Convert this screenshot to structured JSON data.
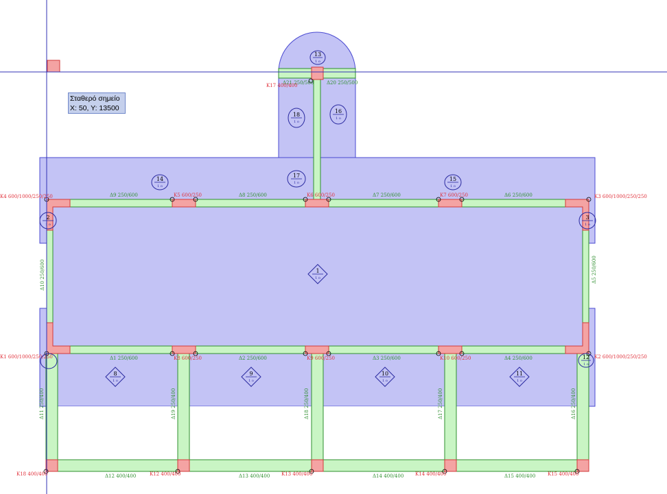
{
  "tooltip": {
    "title": "Σταθερό σημείο",
    "coords": "X: 50, Y: 13500"
  },
  "colors": {
    "slab": "#c3c3f5",
    "slab_edge": "#4a4ad1",
    "beam": "#c9f5c4",
    "beam_edge": "#2e8f2e",
    "column": "#f4a3a3",
    "crosshair": "#3232b5",
    "beam_text": "#2f8f2f",
    "col_text": "#e0303a"
  },
  "beams": [
    {
      "id": "b1",
      "label": "Δ1 250/600"
    },
    {
      "id": "b2",
      "label": "Δ2 250/600"
    },
    {
      "id": "b3",
      "label": "Δ3 250/600"
    },
    {
      "id": "b4",
      "label": "Δ4 250/600"
    },
    {
      "id": "b5",
      "label": "Δ5 250/600"
    },
    {
      "id": "b6",
      "label": "Δ6 250/600"
    },
    {
      "id": "b7",
      "label": "Δ7 250/600"
    },
    {
      "id": "b8",
      "label": "Δ8 250/600"
    },
    {
      "id": "b9",
      "label": "Δ9 250/600"
    },
    {
      "id": "b10",
      "label": "Δ10 250/600"
    },
    {
      "id": "b11",
      "label": "Δ11 250/400"
    },
    {
      "id": "b12",
      "label": "Δ12 400/400"
    },
    {
      "id": "b13",
      "label": "Δ13 400/400"
    },
    {
      "id": "b14",
      "label": "Δ14 400/400"
    },
    {
      "id": "b15",
      "label": "Δ15 400/400"
    },
    {
      "id": "b16",
      "label": "Δ16 250/400"
    },
    {
      "id": "b17",
      "label": "Δ17 250/400"
    },
    {
      "id": "b18",
      "label": "Δ18 250/400"
    },
    {
      "id": "b19",
      "label": "Δ19 250/400"
    },
    {
      "id": "b20",
      "label": "Δ20 250/500"
    },
    {
      "id": "b21",
      "label": "Δ21 250/500"
    }
  ],
  "columns": [
    {
      "id": "c1",
      "label": "Κ1 600/1000/250/250"
    },
    {
      "id": "c2",
      "label": "Κ2 600/1000/250/250"
    },
    {
      "id": "c3",
      "label": "Κ3 600/1000/250/250"
    },
    {
      "id": "c4",
      "label": "Κ4 600/1000/250/250"
    },
    {
      "id": "c5",
      "label": "Κ5 600/250"
    },
    {
      "id": "c6",
      "label": "Κ6 600/250"
    },
    {
      "id": "c7",
      "label": "Κ7 600/250"
    },
    {
      "id": "c8",
      "label": "Κ8 600/250"
    },
    {
      "id": "c9",
      "label": "Κ9 600/250"
    },
    {
      "id": "c10",
      "label": "Κ10 600/250"
    },
    {
      "id": "c12",
      "label": "Κ12 400/400"
    },
    {
      "id": "c13",
      "label": "Κ13 400/400"
    },
    {
      "id": "c14",
      "label": "Κ14 400/400"
    },
    {
      "id": "c15",
      "label": "Κ15 400/400"
    },
    {
      "id": "c17",
      "label": "Κ17 400/400"
    },
    {
      "id": "c18",
      "label": "Κ18 400/400"
    }
  ],
  "slabs": [
    {
      "num": "1",
      "sub": "1 ο"
    },
    {
      "num": "2",
      "sub": "1 ο"
    },
    {
      "num": "3",
      "sub": "1 ο"
    },
    {
      "num": "8",
      "sub": "1 ο"
    },
    {
      "num": "9",
      "sub": "1 ο"
    },
    {
      "num": "10",
      "sub": "1 ο"
    },
    {
      "num": "11",
      "sub": "1 ο"
    },
    {
      "num": "12",
      "sub": "1 ο"
    },
    {
      "num": "13",
      "sub": "1 ο"
    },
    {
      "num": "14",
      "sub": "1 ο"
    },
    {
      "num": "15",
      "sub": "1 ο"
    },
    {
      "num": "16",
      "sub": "1 ο"
    },
    {
      "num": "17",
      "sub": "1 ο"
    },
    {
      "num": "18",
      "sub": "1 ο"
    }
  ]
}
